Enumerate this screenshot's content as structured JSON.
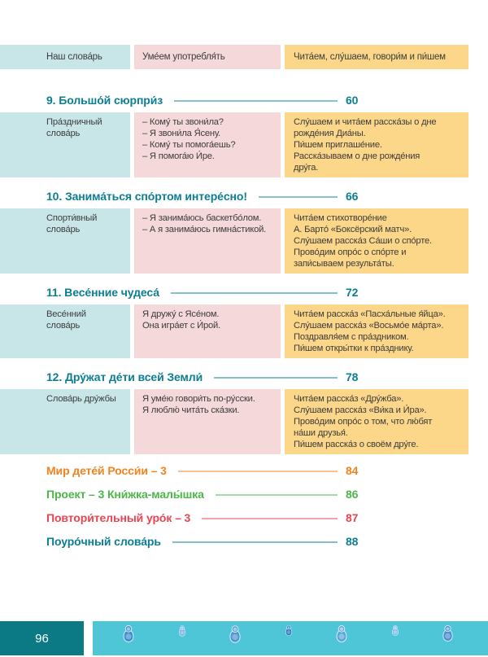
{
  "theme": {
    "colors": {
      "section_heading": "#0d7e92",
      "leader_line": "#85c2cb",
      "vocab_cell_bg": "#c8e6e8",
      "usage_cell_bg": "#f4d8da",
      "read_cell_bg": "#fcd689",
      "body_text": "#3d3d3d",
      "footer_dark": "#0b7a84",
      "footer_light": "#4fc6d8",
      "footer_text": "#ffffff"
    }
  },
  "header_row": {
    "columns": [
      {
        "label": "Наш слова́рь"
      },
      {
        "label": "Уме́ем употребля́ть"
      },
      {
        "label": "Чита́ем, слу́шаем, говори́м и пи́шем"
      }
    ]
  },
  "sections": [
    {
      "title": "9. Большо́й сюрпри́з",
      "page": "60",
      "vocab": [
        "Пра́здничный",
        "слова́рь"
      ],
      "usage": [
        "– Кому́ ты звони́ла?",
        "– Я звони́ла Я́сену.",
        "– Кому́ ты помога́ешь?",
        "– Я помога́ю И́ре."
      ],
      "activities": [
        "Слу́шаем и чита́ем расска́зы о дне",
        "рожде́ния Диа́ны.",
        "Пи́шем приглаше́ние.",
        "Расска́зываем о дне рожде́ния",
        "дру́га."
      ]
    },
    {
      "title": "10. Занима́ться спо́ртом интере́сно!",
      "page": "66",
      "vocab": [
        "Спорти́вный",
        "слова́рь"
      ],
      "usage": [
        "– Я занима́юсь баскетбо́лом.",
        "– А я занима́юсь гимна́стикой."
      ],
      "activities": [
        "Чита́ем стихотворе́ние",
        "А. Барто́ «Боксёрский матч».",
        "Слу́шаем расска́з Са́ши о спо́рте.",
        "Прово́дим опро́с о спо́рте и",
        "запи́сываем результа́ты."
      ]
    },
    {
      "title": "11. Весе́нние чудеса́",
      "page": "72",
      "vocab": [
        "Весе́нний",
        "слова́рь"
      ],
      "usage": [
        "Я дружу́ с Ясе́ном.",
        "Она игра́ет с И́рой."
      ],
      "activities": [
        "Чита́ем расска́з «Пасха́льные я́йца».",
        "Слу́шаем расска́з «Восьмо́е ма́рта».",
        "Поздравля́ем с пра́здником.",
        "Пи́шем откры́тки к пра́зднику."
      ]
    },
    {
      "title": "12. Дру́жат де́ти всей Земли́",
      "page": "78",
      "vocab": [
        "Слова́рь дру́жбы"
      ],
      "usage": [
        "Я уме́ю говори́ть по-ру́сски.",
        "Я люблю́ чита́ть ска́зки."
      ],
      "activities": [
        "Чита́ем расска́з «Дру́жба».",
        "Слу́шаем расска́з «Ви́ка и И́ра».",
        "Прово́дим опро́с о том, что лю́бят",
        "на́ши друзья́.",
        "Пи́шем расска́з о своём дру́ге."
      ]
    }
  ],
  "links": [
    {
      "label": "Мир дете́й Росси́и – 3",
      "page": "84",
      "color": "#f5821f"
    },
    {
      "label": "Проект – 3 Кни́жка-малы́шка",
      "page": "86",
      "color": "#4cb648"
    },
    {
      "label": "Повтори́тельный уро́к – 3",
      "page": "87",
      "color": "#e94550"
    },
    {
      "label": "Поуро́чный слова́рь",
      "page": "88",
      "color": "#0d7e92"
    }
  ],
  "footer": {
    "page_number": "96",
    "icons": [
      {
        "name": "matryoshka-icon",
        "height": 21,
        "color": "#3f8ecf"
      },
      {
        "name": "matryoshka-icon",
        "height": 14,
        "color": "#7ab8e4"
      },
      {
        "name": "matryoshka-icon",
        "height": 22,
        "color": "#4f97d4"
      },
      {
        "name": "matryoshka-icon",
        "height": 13,
        "color": "#2e79bd"
      },
      {
        "name": "matryoshka-icon",
        "height": 21,
        "color": "#5aa6db"
      },
      {
        "name": "matryoshka-icon",
        "height": 13,
        "color": "#85bfe8"
      },
      {
        "name": "matryoshka-icon",
        "height": 20,
        "color": "#4a90d0"
      }
    ]
  }
}
